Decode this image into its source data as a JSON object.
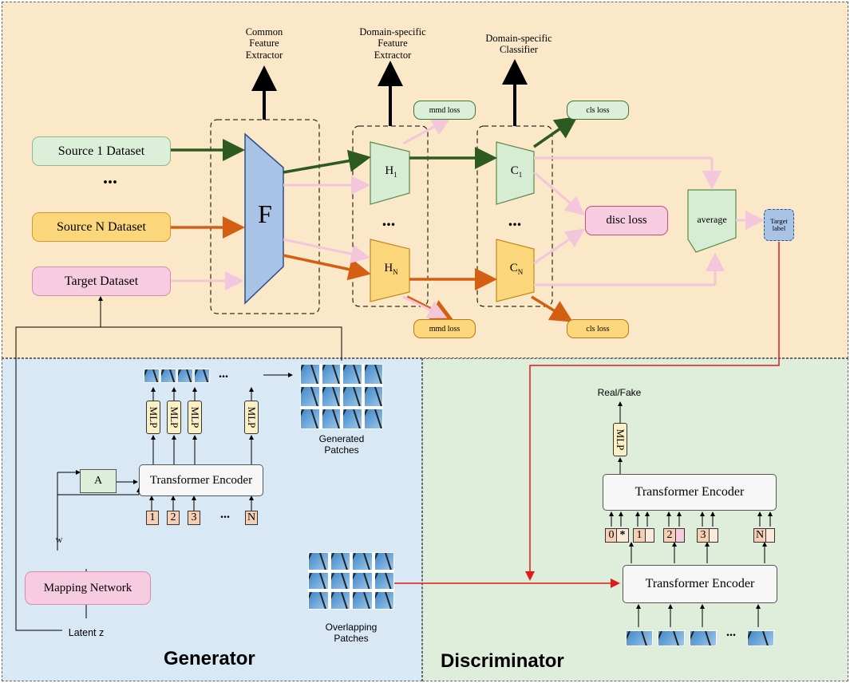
{
  "top": {
    "common_feature_extractor": "Common\nFeature\nExtractor",
    "domain_specific_feature_extractor": "Domain-specific\nFeature\nExtractor",
    "domain_specific_classifier": "Domain-specific\nClassifier",
    "source1": "Source 1 Dataset",
    "ellipsis": "...",
    "sourceN": "Source N Dataset",
    "target": "Target Dataset",
    "F": "F",
    "H1": "H",
    "H1_sub": "1",
    "HN": "H",
    "HN_sub": "N",
    "C1": "C",
    "C1_sub": "1",
    "CN": "C",
    "CN_sub": "N",
    "mmd_loss_top": "mmd loss",
    "mmd_loss_bottom": "mmd loss",
    "cls_loss_top": "cls loss",
    "cls_loss_bottom": "cls loss",
    "disc_loss": "disc loss",
    "average": "average",
    "target_label": "Target\nlabel"
  },
  "generator": {
    "title": "Generator",
    "mapping_network": "Mapping Network",
    "latent": "Latent z",
    "w": "w",
    "A": "A",
    "transformer_encoder": "Transformer Encoder",
    "mlp": "MLP",
    "tokens": [
      "1",
      "2",
      "3",
      "N"
    ],
    "ellipsis": "...",
    "generated_patches": "Generated\nPatches",
    "overlapping_patches": "Overlapping\nPatches"
  },
  "discriminator": {
    "title": "Discriminator",
    "real_fake": "Real/Fake",
    "mlp": "MLP",
    "transformer_encoder_top": "Transformer Encoder",
    "transformer_encoder_bottom": "Transformer Encoder",
    "tokens": [
      "0",
      "*",
      "1",
      "2",
      "3",
      "N"
    ],
    "ellipsis": "..."
  },
  "colors": {
    "top_bg": "#fbe8c8",
    "generator_bg": "#d8e8f4",
    "discriminator_bg": "#dfeddb",
    "green_arrow": "#2d5a1e",
    "orange_arrow": "#d45f13",
    "pink_arrow": "#f3c6dc",
    "red_line": "#e01a1a"
  }
}
